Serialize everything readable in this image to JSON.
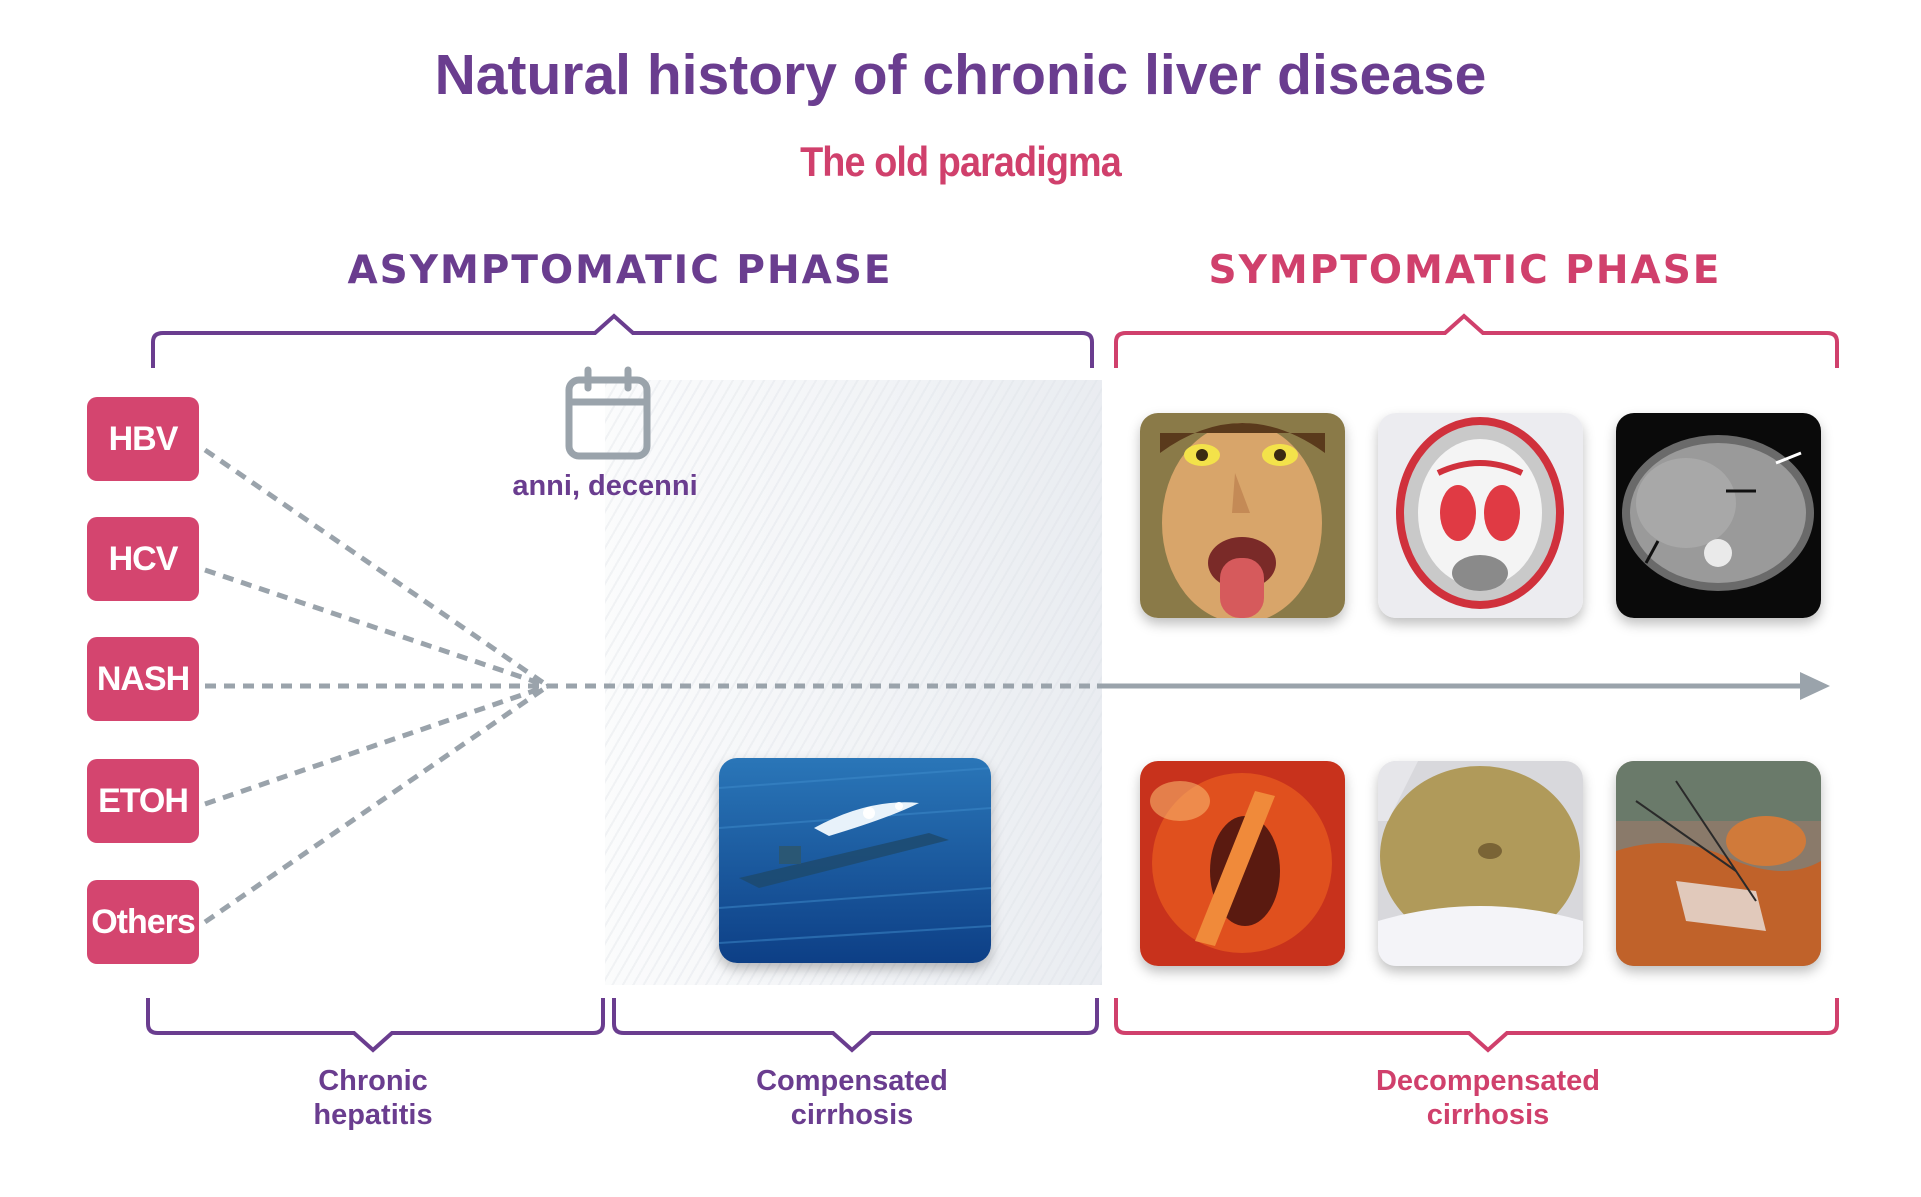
{
  "title": "Natural history of chronic liver disease",
  "subtitle": "The old paradigma",
  "phases": {
    "asymptomatic": "ASYMPTOMATIC PHASE",
    "symptomatic": "SYMPTOMATIC PHASE"
  },
  "causes": [
    "HBV",
    "HCV",
    "NASH",
    "ETOH",
    "Others"
  ],
  "duration": {
    "icon": "calendar-icon",
    "label": "anni, decenni"
  },
  "stages": {
    "chronic_hepatitis": [
      "Chronic",
      "hepatitis"
    ],
    "compensated": [
      "Compensated",
      "cirrhosis"
    ],
    "decompensated": [
      "Decompensated",
      "cirrhosis"
    ]
  },
  "images": {
    "compensated": "submarine-photo",
    "symptoms": [
      "jaundice-photo",
      "brain-scan-image",
      "liver-ct-scan",
      "varices-endoscopy-photo",
      "ascites-abdomen-photo",
      "intensive-care-photo"
    ]
  },
  "colors": {
    "purple": "#6a3d8f",
    "pink": "#d0406c",
    "cause_box": "#d4456f",
    "arrow": "#9aa3ab"
  }
}
